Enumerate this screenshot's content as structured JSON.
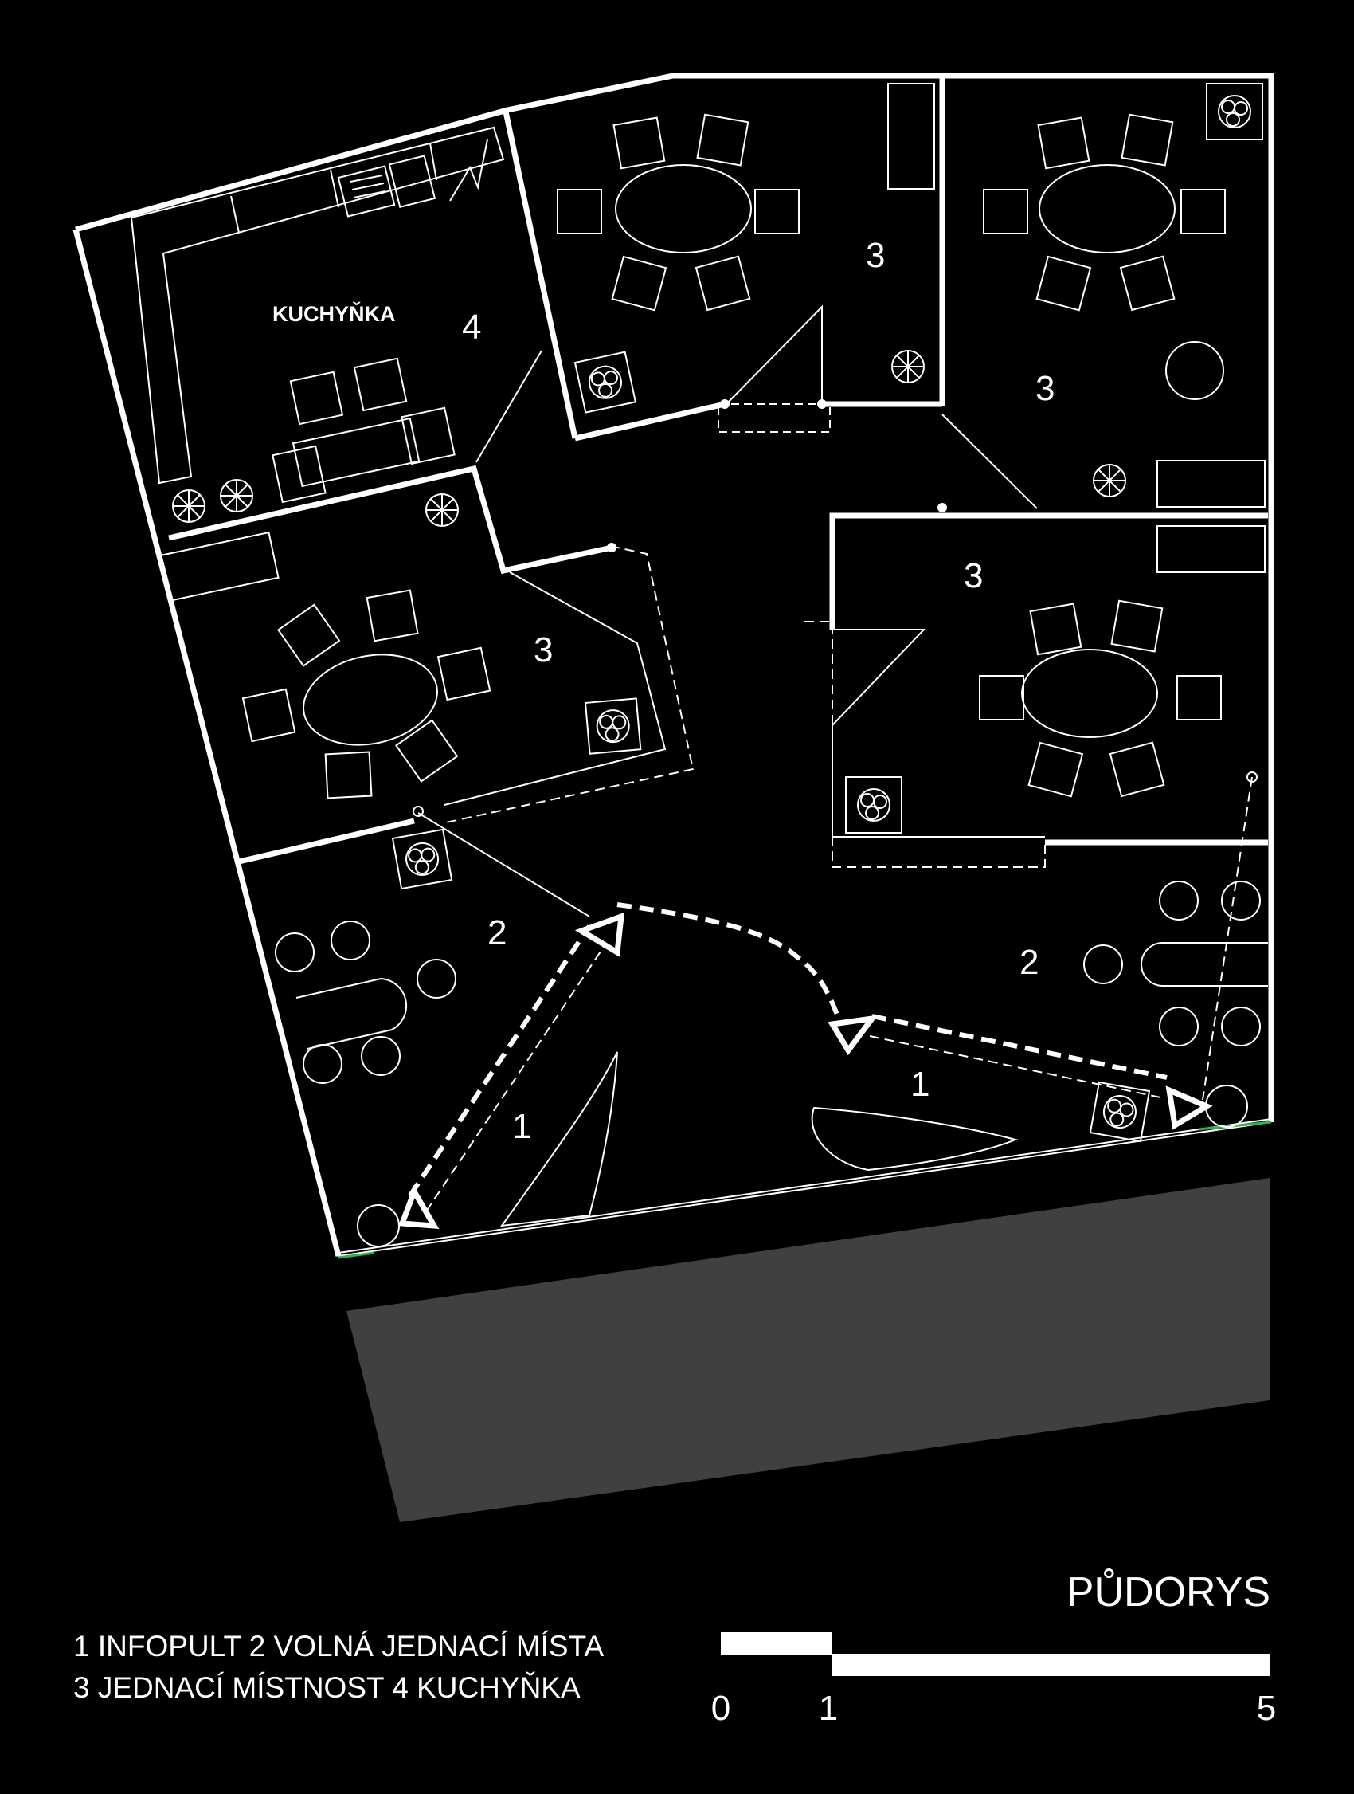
{
  "room_labels": {
    "kitchen_name": "KUCHYŇKA",
    "kitchen_num": "4",
    "meeting_top_mid": "3",
    "meeting_top_right": "3",
    "meeting_left": "3",
    "meeting_right": "3",
    "lounge_left": "2",
    "lounge_right": "2",
    "info_left": "1",
    "info_right": "1"
  },
  "title": "PŮDORYS",
  "legend": {
    "line1": "1  INFOPULT   2   VOLNÁ JEDNACÍ MÍSTA",
    "line2": "3  JEDNACÍ MÍSTNOST   4  KUCHYŇKA"
  },
  "scale": {
    "label_0": "0",
    "label_1": "1",
    "label_5": "5"
  },
  "colors": {
    "background": "#000000",
    "lines": "#ffffff",
    "street": "#404040",
    "entrance": "#2db34a"
  }
}
